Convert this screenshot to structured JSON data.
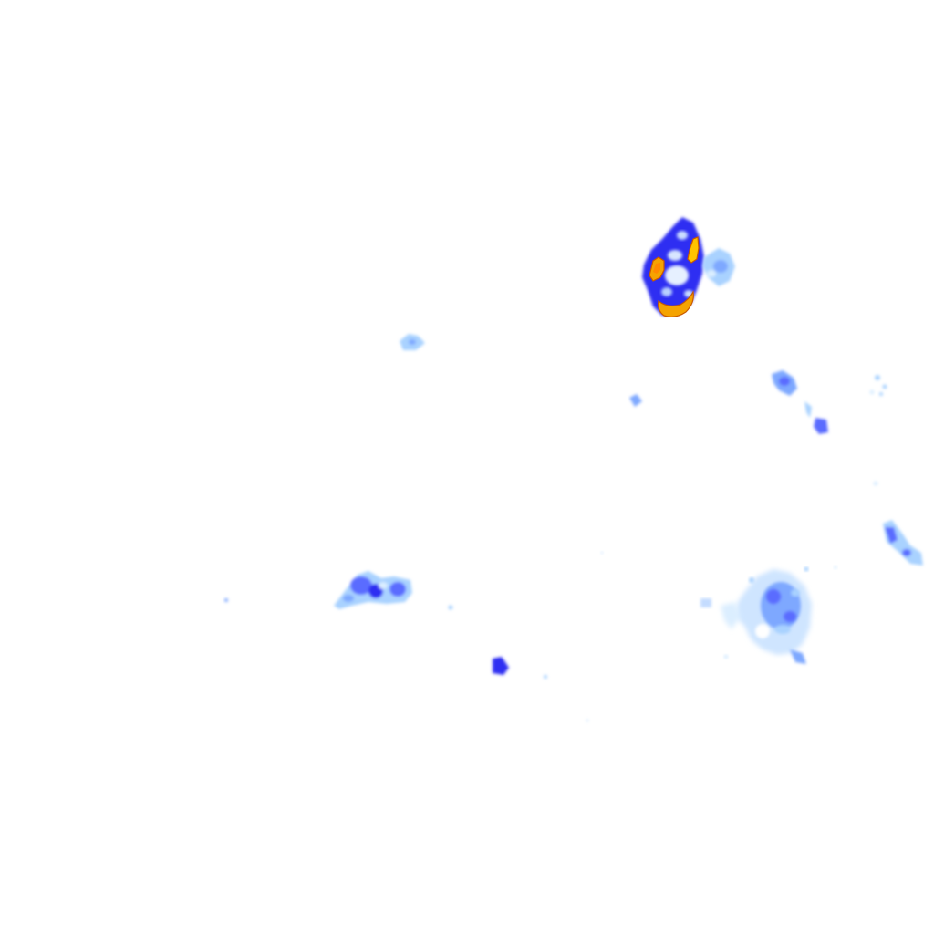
{
  "overlay": {
    "kind": "precipitation radar tile",
    "background": "transparent",
    "palette": {
      "very_light": "#dbeeff",
      "light": "#a9d2ff",
      "medium_light": "#7ea8ff",
      "medium": "#5a6cff",
      "heavy": "#2d2df2",
      "very_heavy": "#1e1ee0",
      "intense": "#f5a300",
      "intense_core": "#ffd21a",
      "outline": "#c85a00"
    },
    "cells": [
      {
        "name": "storm-cell-north",
        "max_intensity": "intense"
      },
      {
        "name": "rain-patch-north-east",
        "max_intensity": "light"
      },
      {
        "name": "rain-speck-central-north",
        "max_intensity": "light"
      },
      {
        "name": "rain-speck-center",
        "max_intensity": "light"
      },
      {
        "name": "rain-band-east",
        "max_intensity": "medium"
      },
      {
        "name": "rain-speck-far-east",
        "max_intensity": "very_light"
      },
      {
        "name": "rain-patch-east-edge",
        "max_intensity": "medium"
      },
      {
        "name": "rain-cluster-west",
        "max_intensity": "heavy"
      },
      {
        "name": "rain-cell-south",
        "max_intensity": "heavy"
      },
      {
        "name": "rain-cluster-south-east",
        "max_intensity": "medium"
      }
    ]
  }
}
